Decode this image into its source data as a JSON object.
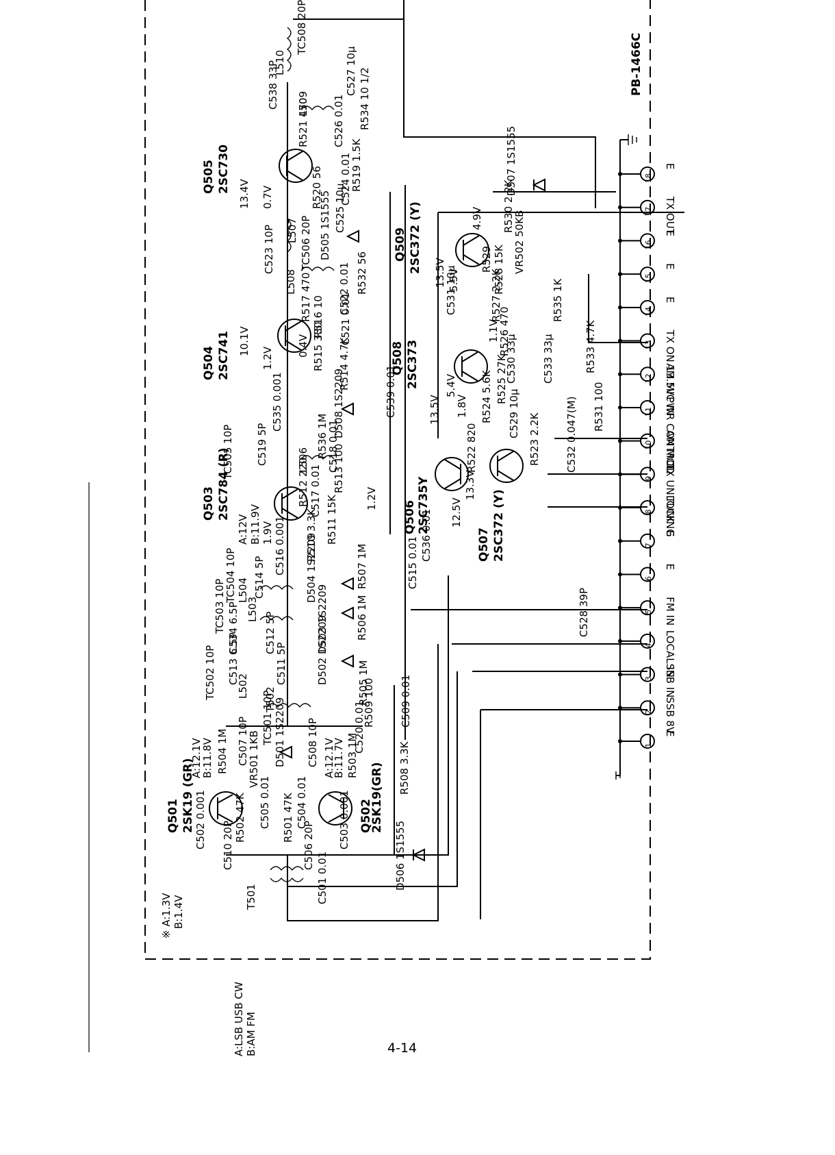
{
  "board": {
    "id": "PB-1466C"
  },
  "page_number": "4-14",
  "legend": {
    "modes": [
      "A:LSB USB CW",
      "B:AM FM"
    ],
    "note": [
      "※ A:1.3V",
      "B:1.4V"
    ]
  },
  "transistors": [
    {
      "ref": "Q501",
      "type": "2SK19 (GR)",
      "voltages": [
        "A:12.1V",
        "B:11.8V"
      ]
    },
    {
      "ref": "Q502",
      "type": "2SK19(GR)",
      "voltages": [
        "A:12.1V",
        "B:11.7V"
      ]
    },
    {
      "ref": "Q503",
      "type": "2SC784 (R)",
      "voltages": [
        "A:12V",
        "B:11.9V",
        "1.9V",
        "1.2V"
      ]
    },
    {
      "ref": "Q504",
      "type": "2SC741",
      "voltages": [
        "10.1V",
        "1.2V",
        "0.4V"
      ]
    },
    {
      "ref": "Q505",
      "type": "2SC730",
      "voltages": [
        "13.4V",
        "0.7V"
      ]
    },
    {
      "ref": "Q506",
      "type": "2SC735Y",
      "voltages": [
        "13.5V",
        "12.5V",
        "13.3V"
      ]
    },
    {
      "ref": "Q507",
      "type": "2SC372 (Y)",
      "voltages": []
    },
    {
      "ref": "Q508",
      "type": "2SC373",
      "voltages": [
        "5.4V",
        "1.8V",
        "1.1V"
      ]
    },
    {
      "ref": "Q509",
      "type": "2SC372 (Y)",
      "voltages": [
        "13.5V",
        "5.5V",
        "4.9V"
      ]
    }
  ],
  "connector_pins": [
    {
      "num": "1",
      "label": "E"
    },
    {
      "num": "2",
      "label": "SSB 8V"
    },
    {
      "num": "3",
      "label": "SSB IN"
    },
    {
      "num": "4",
      "label": "LOCAL IN"
    },
    {
      "num": "5",
      "label": "FM IN"
    },
    {
      "num": "6",
      "label": "E"
    },
    {
      "num": "7",
      "label": "E"
    },
    {
      "num": "8",
      "label": "TUNING"
    },
    {
      "num": "9",
      "label": "TX UNLOCK"
    },
    {
      "num": "10",
      "label": "AM MOD"
    },
    {
      "num": "11",
      "label": "PWR CONTROL"
    },
    {
      "num": "12",
      "label": "AM MIC IN"
    },
    {
      "num": "13",
      "label": "TX ON 13.5V"
    },
    {
      "num": "14",
      "label": "E"
    },
    {
      "num": "15",
      "label": "E"
    },
    {
      "num": "16",
      "label": "E"
    },
    {
      "num": "17",
      "label": "TX OUT"
    },
    {
      "num": "18",
      "label": "E"
    }
  ],
  "parts": {
    "t501": "T501",
    "c501": "C501 0.01",
    "d506": "D506 1S1555",
    "c510": "C510 20P",
    "c506": "C506 20P",
    "c502": "C502 0.001",
    "c503": "C503 0.001",
    "r502": "R502 47K",
    "r501": "R501 47K",
    "c505": "C505 0.01",
    "c504": "C504 0.01",
    "vr501": "VR501 1KB",
    "r503": "R503 1M",
    "r508": "R508 3.3K",
    "r504": "R504 1M",
    "c507": "C507 10P",
    "d501": "D501 1S2209",
    "c508": "C508 10P",
    "tc501": "TC501 10P",
    "c520": "C520 0.01",
    "r509": "R509 100",
    "c509": "C509 0.01",
    "l502": "L502",
    "t502": "T502",
    "r505": "R505 1M",
    "tc502": "TC502 10P",
    "c513": "C513 6.5P",
    "c511": "C511 5P",
    "d502": "D502 1S2209",
    "c512": "C512 5P",
    "c534": "C534 6.5P",
    "tc503": "TC503 10P",
    "l503": "L503",
    "d503": "D503 1S2209",
    "r506": "R506 1M",
    "tc504": "TC504 10P",
    "c514": "C514 5P",
    "l504": "L504",
    "d504": "D504 1S2209",
    "r507": "R507 1M",
    "c515": "C515 0.01",
    "c516": "C516 0.001",
    "r510": "R510 3.3K",
    "r511": "R511 15K",
    "c517": "C517 0.01",
    "r512": "R512 220",
    "r513": "R513 100",
    "c518": "C518 0.01",
    "l506": "L506",
    "tc505": "TC505 10P",
    "c519": "C519 5P",
    "r536": "R536 1M",
    "d508": "D508 1S2209",
    "c535": "C535 0.001",
    "c539": "C539 0.01",
    "r514": "R514 4.7K",
    "r515": "R515 330",
    "r516": "R516 10",
    "c521": "C521 0.01",
    "r517": "R517 470",
    "c522": "C522 0.01",
    "l508": "L508",
    "r532": "R532 56",
    "c523": "C523 10P",
    "tc506": "TC506 20P",
    "d505": "D505 1S1555",
    "l507": "L507",
    "c525": "C525 10μ",
    "c524": "C524 0.01",
    "r520": "R520 56",
    "r519": "R519 1.5K",
    "c526": "C526 0.01",
    "r521": "R521 470",
    "l509": "L509",
    "r534": "R534 10 1/2",
    "c527": "C527 10μ",
    "c538": "C538 33P",
    "l510": "L510",
    "tc508": "TC508 20P",
    "c536": "C536 0.01",
    "r522": "R522 820",
    "r523": "R523 2.2K",
    "c532": "C532 0.047(M)",
    "c529": "C529 10μ",
    "r524": "R524 5.6K",
    "r525": "R525 27K",
    "c530": "C530 33μ",
    "c533": "C533 33μ",
    "r526": "R526 470",
    "r533": "R533 4.7K",
    "r531": "R531 100",
    "c531": "C531 10μ",
    "r527": "R527 2.2K",
    "r535": "R535 1K",
    "r528": "R528 15K",
    "r529": "R529",
    "vr502": "VR502 50KB",
    "r530": "R530 2.2K",
    "d507": "D507 1S1555",
    "c528": "C528 39P"
  }
}
